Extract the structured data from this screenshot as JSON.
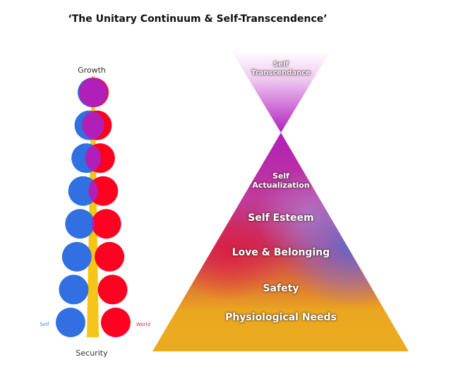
{
  "title": "‘The Unitary Continuum & Self-Transcendence’",
  "continuum": {
    "top_label": "Growth",
    "bottom_label": "Security",
    "left_label": "Self",
    "right_label": "World",
    "colors": {
      "self": "#3070e0",
      "world": "#ff0020",
      "overlap": "#b020b8",
      "axis": "#f5c518"
    },
    "pairs_count": 8
  },
  "pyramid": {
    "levels": [
      {
        "label": "Self Transcendance",
        "line1": "Self",
        "line2": "Transcendance"
      },
      {
        "label": "Self Actualization",
        "line1": "Self",
        "line2": "Actualization"
      },
      {
        "label": "Self Esteem"
      },
      {
        "label": "Love & Belonging"
      },
      {
        "label": "Safety"
      },
      {
        "label": "Physiological Needs"
      }
    ],
    "colors": {
      "top": "#b020c0",
      "magenta": "#c03090",
      "red": "#d02040",
      "blue": "#5060c0",
      "gold": "#eaa820"
    }
  }
}
